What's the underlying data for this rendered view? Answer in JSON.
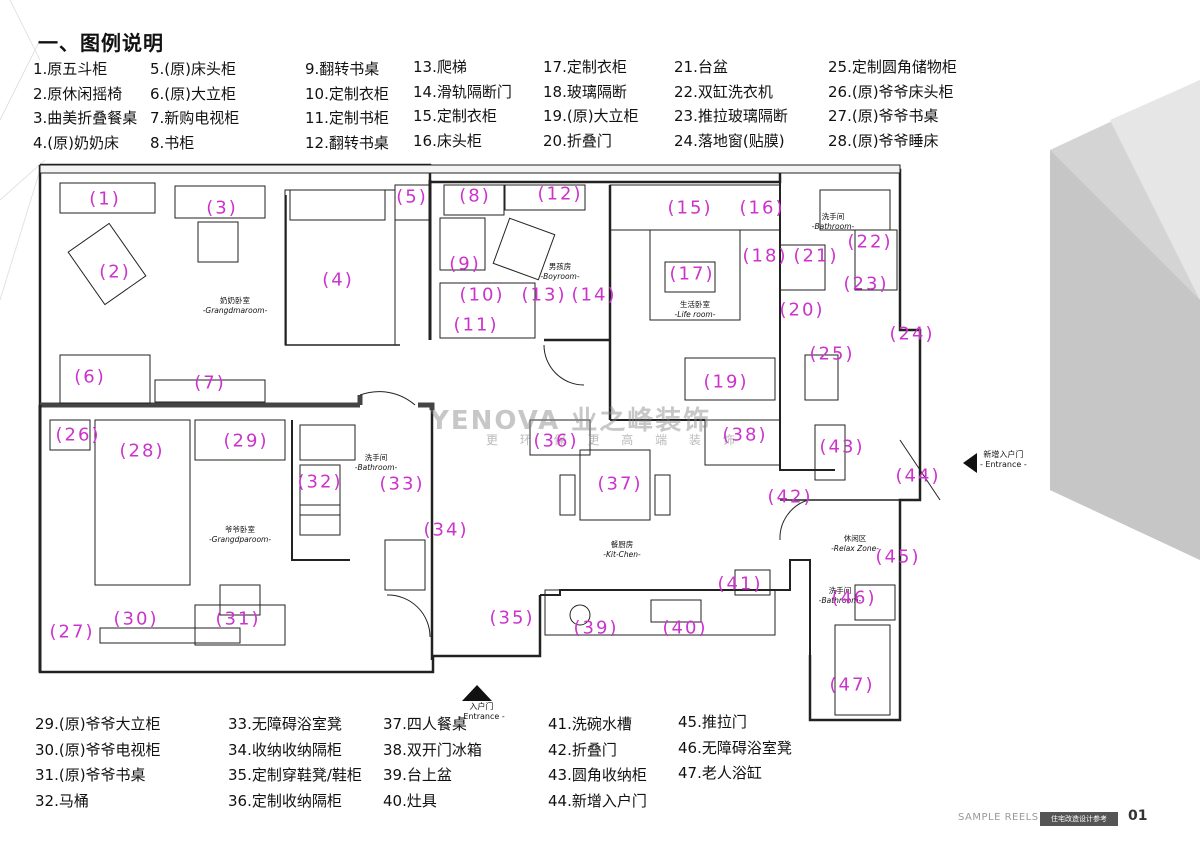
{
  "title": "一、图例说明",
  "legend_top": [
    [
      "1.原五斗柜",
      "2.原休闲摇椅",
      "3.曲美折叠餐桌",
      "4.(原)奶奶床"
    ],
    [
      "5.(原)床头柜",
      "6.(原)大立柜",
      "7.新购电视柜",
      "8.书柜"
    ],
    [
      "9.翻转书桌",
      "10.定制衣柜",
      "11.定制书柜",
      "12.翻转书桌"
    ],
    [
      "13.爬梯",
      "14.滑轨隔断门",
      "15.定制衣柜",
      "16.床头柜"
    ],
    [
      "17.定制衣柜",
      "18.玻璃隔断",
      "19.(原)大立柜",
      "20.折叠门"
    ],
    [
      "21.台盆",
      "22.双缸洗衣机",
      "23.推拉玻璃隔断",
      "24.落地窗(贴膜)"
    ],
    [
      "25.定制圆角储物柜",
      "26.(原)爷爷床头柜",
      "27.(原)爷爷书桌",
      "28.(原)爷爷睡床"
    ]
  ],
  "legend_bottom": [
    [
      "29.(原)爷爷大立柜",
      "30.(原)爷爷电视柜",
      "31.(原)爷爷书桌",
      "32.马桶"
    ],
    [
      "33.无障碍浴室凳",
      "34.收纳收纳隔柜",
      "35.定制穿鞋凳/鞋柜",
      "36.定制收纳隔柜"
    ],
    [
      "37.四人餐桌",
      "38.双开门冰箱",
      "39.台上盆",
      "40.灶具"
    ],
    [
      "41.洗碗水槽",
      "42.折叠门",
      "43.圆角收纳柜",
      "44.新增入户门"
    ],
    [
      "45.推拉门",
      "46.无障碍浴室凳",
      "47.老人浴缸"
    ]
  ],
  "rooms": {
    "grandma": {
      "cn": "奶奶卧室",
      "en": "-Grangdmaroom-"
    },
    "boy": {
      "cn": "男孩房",
      "en": "-Boyroom-"
    },
    "life": {
      "cn": "生活卧室",
      "en": "-Life room-"
    },
    "bath1": {
      "cn": "洗手间",
      "en": "-Bathroom-"
    },
    "bath2": {
      "cn": "洗手间",
      "en": "-Bathroom-"
    },
    "bath3": {
      "cn": "洗手间",
      "en": "-Bathroom-"
    },
    "grandpa": {
      "cn": "爷爷卧室",
      "en": "-Grangdparoom-"
    },
    "kitchen": {
      "cn": "餐厨房",
      "en": "-Kit-Chen-"
    },
    "relax": {
      "cn": "休闲区",
      "en": "-Relax Zone-"
    }
  },
  "numbers": [
    "(1)",
    "(2)",
    "(3)",
    "(4)",
    "(5)",
    "(6)",
    "(7)",
    "(8)",
    "(9)",
    "(10)",
    "(11)",
    "(12)",
    "(13)",
    "(14)",
    "(15)",
    "(16)",
    "(17)",
    "(18)",
    "(21)",
    "(22)",
    "(23)",
    "(20)",
    "(24)",
    "(25)",
    "(19)",
    "(26)",
    "(28)",
    "(29)",
    "(36)",
    "(38)",
    "(43)",
    "(44)",
    "(32)",
    "(33)",
    "(34)",
    "(37)",
    "(42)",
    "(45)",
    "(41)",
    "(46)",
    "(35)",
    "(39)",
    "(40)",
    "(30)",
    "(31)",
    "(27)",
    "(47)"
  ],
  "entrances": {
    "new": {
      "cn": "新增入户门",
      "en": "- Entrance -"
    },
    "main": {
      "cn": "入户门",
      "en": "- Entrance -"
    }
  },
  "watermark": {
    "brand": "YENOVA 业之峰装饰",
    "sub": "更 环 保 更 高 端 装 饰"
  },
  "footer": {
    "sample": "SAMPLE REELS",
    "tag": "住宅改造设计参考",
    "page": "01"
  }
}
